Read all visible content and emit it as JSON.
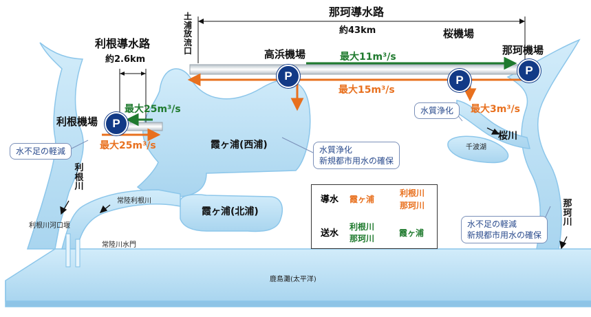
{
  "diagram": {
    "naka_canal_title": "那珂導水路",
    "naka_canal_length": "約43km",
    "tone_canal_title": "利根導水路",
    "tone_canal_length": "約2.6km",
    "tsuchiura_outlet": "土浦放流口",
    "stations": {
      "takahama": "高浜機場",
      "sakura": "桜機場",
      "naka": "那珂機場",
      "tone": "利根機場"
    },
    "pump_symbol": "P",
    "flows": {
      "max_11": "最大11m³/s",
      "max_15": "最大15m³/s",
      "max_3": "最大3m³/s",
      "tone_green": "最大25m³/s",
      "tone_orange": "最大25m³/s"
    },
    "lakes": {
      "nishiura": "霞ヶ浦(西浦)",
      "kitaura": "霞ヶ浦(北浦)",
      "senba": "千波湖"
    },
    "rivers": {
      "tone_river": "利根川",
      "naka_river": "那珂川",
      "sakura_river": "桜川",
      "hitachi_tone": "常陸利根川"
    },
    "structures": {
      "tone_estuary_weir": "利根川河口堰",
      "hitachi_gate": "常陸川水門",
      "sea": "鹿島灘(太平洋)"
    },
    "callouts": {
      "tone_shortage": "水不足の軽減",
      "water_quality": "水質浄化",
      "nishiura_purpose_1": "水質浄化",
      "nishiura_purpose_2": "新規都市用水の確保",
      "naka_purpose_1": "水不足の軽減",
      "naka_purpose_2": "新規都市用水の確保"
    },
    "legend": {
      "conveyance_label": "導水",
      "supply_label": "送水",
      "conv_target": "霞ヶ浦",
      "conv_source_1": "利根川",
      "conv_source_2": "那珂川",
      "supply_target_1": "利根川",
      "supply_target_2": "那珂川",
      "supply_source": "霞ヶ浦"
    },
    "colors": {
      "water": "#b8def3",
      "water_edge": "#7fbfe6",
      "orange_arrow": "#e8701e",
      "green_arrow": "#1f7a2e",
      "pump": "#123a86"
    }
  }
}
